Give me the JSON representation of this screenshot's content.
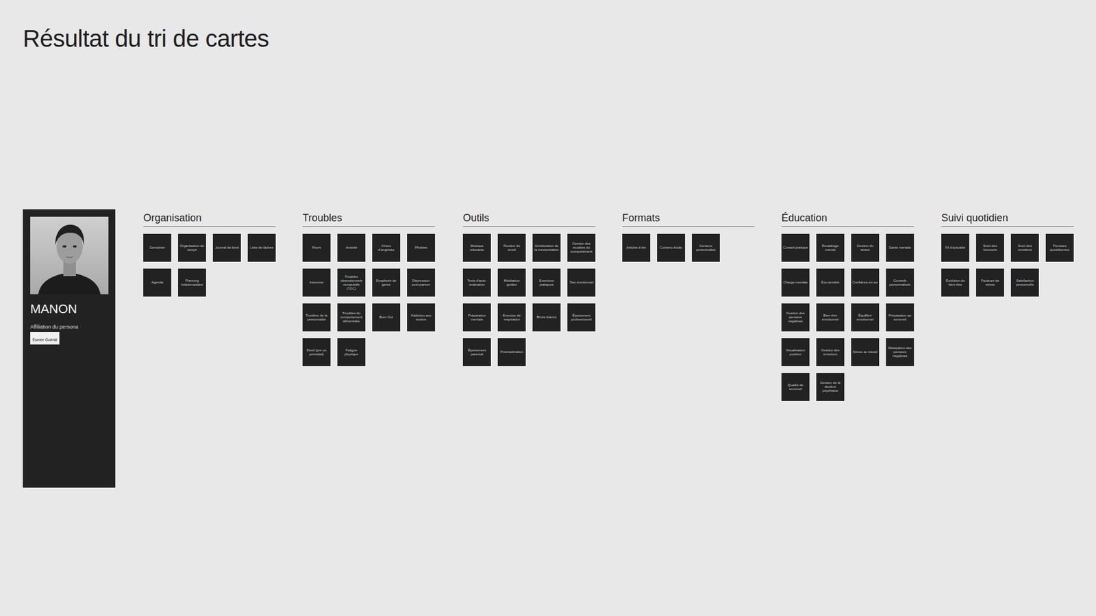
{
  "diagram": {
    "title": "Résultat du tri de cartes",
    "nodes": [
      {
        "text": [
          "MANON",
          "Affiliation du persona"
        ]
      },
      {
        "text": [
          "Esmée Guéridi"
        ],
        "in": 0
      },
      {
        "text": [
          "Organisation"
        ]
      },
      {
        "text": [
          "Semainier"
        ],
        "in": 2
      },
      {
        "text": [
          "Organisation du temps"
        ],
        "in": 2
      },
      {
        "text": [
          "Journal de bord"
        ],
        "in": 2
      },
      {
        "text": [
          "Liste de tâches"
        ],
        "in": 2
      },
      {
        "text": [
          "Agenda"
        ],
        "in": 2
      },
      {
        "text": [
          "Planning hebdomadaire"
        ],
        "in": 2
      },
      {
        "text": [
          "Troubles"
        ]
      },
      {
        "text": [
          "Peurs"
        ],
        "in": 9
      },
      {
        "text": [
          "Anxiété"
        ],
        "in": 9
      },
      {
        "text": [
          "Crises d'angoisse"
        ],
        "in": 9
      },
      {
        "text": [
          "Phobies"
        ],
        "in": 9
      },
      {
        "text": [
          "Insomnie"
        ],
        "in": 9
      },
      {
        "text": [
          "Troubles obsessionnels compulsifs (TOC)"
        ],
        "in": 9
      },
      {
        "text": [
          "Dysphorie de genre"
        ],
        "in": 9
      },
      {
        "text": [
          "Dépression post-partum"
        ],
        "in": 9
      },
      {
        "text": [
          "Troubles de la personnalité"
        ],
        "in": 9
      },
      {
        "text": [
          "Troubles du comportement alimentaire"
        ],
        "in": 9
      },
      {
        "text": [
          "Burn Out"
        ],
        "in": 9
      },
      {
        "text": [
          "Addiction aux écrans"
        ],
        "in": 9
      },
      {
        "text": [
          "Deuil (pré ou périnatal)"
        ],
        "in": 9
      },
      {
        "text": [
          "Fatigue physique"
        ],
        "in": 9
      },
      {
        "text": [
          "Outils"
        ]
      },
      {
        "text": [
          "Musique relaxante"
        ],
        "in": 24
      },
      {
        "text": [
          "Routine de réveil"
        ],
        "in": 24
      },
      {
        "text": [
          "Amélioration de la concentration"
        ],
        "in": 24
      },
      {
        "text": [
          "Gestion des troubles du comportement"
        ],
        "in": 24
      },
      {
        "text": [
          "Tests d'auto-évaluation"
        ],
        "in": 24
      },
      {
        "text": [
          "Méditation guidée"
        ],
        "in": 24
      },
      {
        "text": [
          "Exercices pratiques"
        ],
        "in": 24
      },
      {
        "text": [
          "Test émotionnel"
        ],
        "in": 24
      },
      {
        "text": [
          "Préparation mentale"
        ],
        "in": 24
      },
      {
        "text": [
          "Exercice de respiration"
        ],
        "in": 24
      },
      {
        "text": [
          "Bruits blancs"
        ],
        "in": 24
      },
      {
        "text": [
          "Épuisement professionnel"
        ],
        "in": 24
      },
      {
        "text": [
          "Épuisement parental"
        ],
        "in": 24
      },
      {
        "text": [
          "Procrastination"
        ],
        "in": 24
      },
      {
        "text": [
          "Formats"
        ]
      },
      {
        "text": [
          "Articles à lire"
        ],
        "in": 39
      },
      {
        "text": [
          "Contenu Audio"
        ],
        "in": 39
      },
      {
        "text": [
          "Contenu personnalisé"
        ],
        "in": 39
      },
      {
        "text": [
          "Éducation"
        ]
      },
      {
        "text": [
          "Conseil pratique"
        ],
        "in": 43
      },
      {
        "text": [
          "Recadrage mental"
        ],
        "in": 43
      },
      {
        "text": [
          "Gestion du stress"
        ],
        "in": 43
      },
      {
        "text": [
          "Santé mentale"
        ],
        "in": 43
      },
      {
        "text": [
          "Charge mentale"
        ],
        "in": 43
      },
      {
        "text": [
          "Éco-anxiété"
        ],
        "in": 43
      },
      {
        "text": [
          "Confiance en soi"
        ],
        "in": 43
      },
      {
        "text": [
          "Conseils personnalisés"
        ],
        "in": 43
      },
      {
        "text": [
          "Gestion des pensées négatives"
        ],
        "in": 43
      },
      {
        "text": [
          "Bien-être émotionnel"
        ],
        "in": 43
      },
      {
        "text": [
          "Équilibre émotionnel"
        ],
        "in": 43
      },
      {
        "text": [
          "Préparation au sommeil"
        ],
        "in": 43
      },
      {
        "text": [
          "Visualisation positive"
        ],
        "in": 43
      },
      {
        "text": [
          "Gestion des émotions"
        ],
        "in": 43
      },
      {
        "text": [
          "Stress au travail"
        ],
        "in": 43
      },
      {
        "text": [
          "Dissipation des pensées négatives"
        ],
        "in": 43
      },
      {
        "text": [
          "Qualité de sommeil"
        ],
        "in": 43
      },
      {
        "text": [
          "Gestion de la douleur psychique"
        ],
        "in": 43
      },
      {
        "text": [
          "Suivi quotidien"
        ]
      },
      {
        "text": [
          "Fil d'actualité"
        ],
        "in": 62
      },
      {
        "text": [
          "Suivi des humeurs"
        ],
        "in": 62
      },
      {
        "text": [
          "Suivi des émotions"
        ],
        "in": 62
      },
      {
        "text": [
          "Pensées quotidiennes"
        ],
        "in": 62
      },
      {
        "text": [
          "Évolution du bien-être"
        ],
        "in": 62
      },
      {
        "text": [
          "Facteurs de stress"
        ],
        "in": 62
      },
      {
        "text": [
          "Satisfaction personnelle"
        ],
        "in": 62
      }
    ]
  }
}
